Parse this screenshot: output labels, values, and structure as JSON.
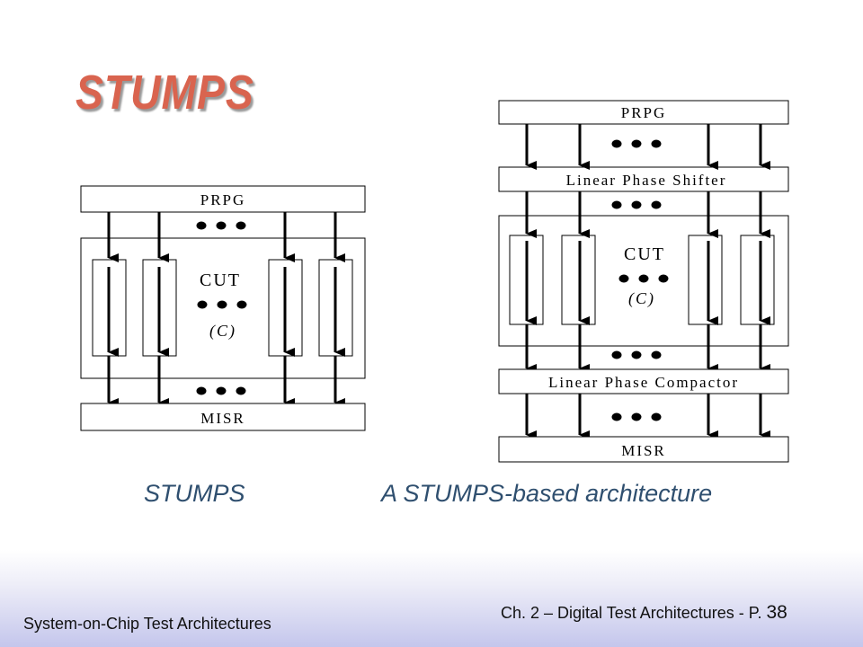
{
  "slide": {
    "title": "STUMPS",
    "footer_left": "System-on-Chip Test Architectures",
    "footer_right": "Ch. 2 – Digital Test Architectures - P.",
    "page_number": "38"
  },
  "captions": {
    "left": "STUMPS",
    "right": "A STUMPS-based architecture"
  },
  "left_diagram": {
    "top_box": "PRPG",
    "cut_label": "CUT",
    "cut_sublabel": "(C)",
    "bottom_box": "MISR"
  },
  "right_diagram": {
    "top_box": "PRPG",
    "shifter_box": "Linear Phase Shifter",
    "cut_label": "CUT",
    "cut_sublabel": "(C)",
    "compactor_box": "Linear Phase Compactor",
    "bottom_box": "MISR"
  }
}
